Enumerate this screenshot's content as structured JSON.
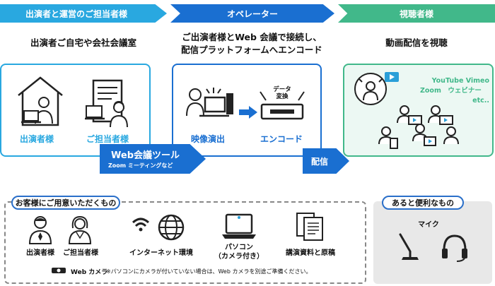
{
  "header": {
    "step1": "出演者と運営のご担当者様",
    "step2": "オペレーター",
    "step3": "視聴者様"
  },
  "subheads": {
    "step1": "出演者ご自宅や会社会議室",
    "step2_line1": "ご出演者様とWeb 会議で接続し、",
    "step2_line2": "配信プラットフォームへエンコード",
    "step3": "動画配信を視聴"
  },
  "panel1": {
    "performer_label": "出演者様",
    "staff_label": "ご担当者様"
  },
  "panel2": {
    "video_label": "映像演出",
    "encode_label": "エンコード",
    "data_line1": "データ",
    "data_line2": "変換"
  },
  "panel3": {
    "platforms_line1": "YouTube  Vimeo",
    "platforms_line2": "Zoom　ウェビナー",
    "platforms_line3": "etc.."
  },
  "arrows": {
    "web_tool_title": "Web会議ツール",
    "web_tool_sub": "Zoom ミーティングなど",
    "delivery": "配信"
  },
  "bottom": {
    "prepare_title": "お客様にご用意いただくもの",
    "items": {
      "performer": "出演者様",
      "staff": "ご担当者様",
      "internet": "インターネット環境",
      "pc_line1": "パソコン",
      "pc_line2": "（カメラ付き）",
      "materials": "講演資料と原稿"
    },
    "webcam_label": "Web カメラ",
    "note": "※パソコンにカメラが付いていない場合は、Web カメラを別途ご準備ください。",
    "convenient_title": "あると便利なもの",
    "mic_label": "マイク"
  },
  "colors": {
    "light_blue": "#29a8e0",
    "dark_blue": "#1a6fd1",
    "green": "#41b88a"
  }
}
